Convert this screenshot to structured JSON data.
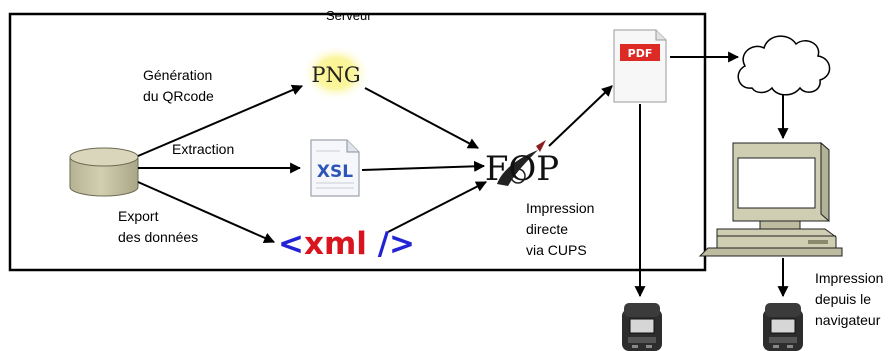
{
  "diagram": {
    "title": "Serveur",
    "labels": {
      "generation": "Génération\ndu QRcode",
      "extraction": "Extraction",
      "export": "Export\ndes données",
      "cups": "Impression\ndirecte\nvia CUPS",
      "browser": "Impression\ndepuis le\nnavigateur"
    },
    "icons": {
      "png": "PNG",
      "xsl": "XSL",
      "pdf": "PDF",
      "fop": "FOP",
      "xml_open": "<",
      "xml_text": "xml",
      "xml_close": " />"
    },
    "colors": {
      "pdf_red": "#dd2a25",
      "xsl_blue": "#2c55b8",
      "xml_blue": "#2323d6",
      "xml_red": "#d8141e",
      "png_glow": "#fbf6a0",
      "db_fill": "#c7c4a5",
      "computer_fill": "#c9c7ab"
    },
    "nodes": [
      "database",
      "png-file",
      "xsl-file",
      "xml-file",
      "fop-processor",
      "pdf-file",
      "internet-cloud",
      "client-computer",
      "printer-server",
      "printer-client"
    ]
  }
}
